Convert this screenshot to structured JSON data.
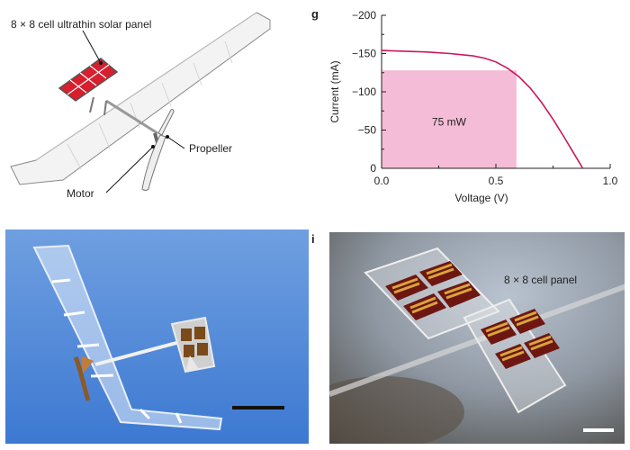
{
  "figure": {
    "panel_f": {
      "solar_label": "8 × 8 cell ultrathin solar panel",
      "propeller_label": "Propeller",
      "motor_label": "Motor"
    },
    "panel_g": {
      "letter": "g",
      "annotation": "75 mW"
    },
    "panel_i": {
      "letter": "i",
      "panel_label": "8 × 8 cell panel"
    }
  },
  "chart_data": {
    "type": "line",
    "xlabel": "Voltage (V)",
    "ylabel": "Current (mA)",
    "xlim": [
      0.0,
      1.0
    ],
    "ylim": [
      -200,
      0
    ],
    "y_inverted": true,
    "x_ticks": [
      "0.0",
      "0.5",
      "1.0"
    ],
    "y_ticks": [
      "−200",
      "−150",
      "−100",
      "−50",
      "0"
    ],
    "grid": false,
    "series": [
      {
        "color": "#c8175d",
        "x": [
          0.0,
          0.1,
          0.2,
          0.3,
          0.4,
          0.45,
          0.5,
          0.55,
          0.6,
          0.65,
          0.7,
          0.75,
          0.8,
          0.85,
          0.88
        ],
        "y": [
          -154,
          -153,
          -152,
          -150,
          -147,
          -144,
          -139,
          -131,
          -120,
          -105,
          -86,
          -64,
          -40,
          -15,
          0
        ]
      }
    ],
    "annotations": [
      {
        "type": "power-rectangle",
        "x0": 0.0,
        "x1": 0.59,
        "y0": 0,
        "y1": -128,
        "color": "#f4bcd6",
        "label": "75 mW"
      }
    ]
  }
}
